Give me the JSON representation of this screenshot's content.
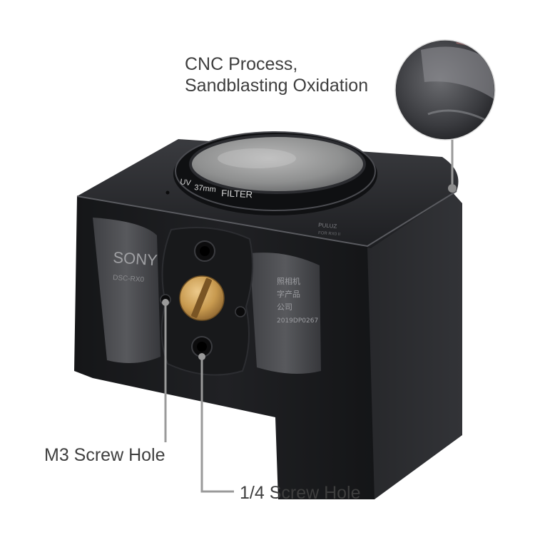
{
  "callouts": {
    "cnc_line1": "CNC Process,",
    "cnc_line2": "Sandblasting Oxidation",
    "m3": "M3 Screw Hole",
    "quarter": "1/4 Screw Hole"
  },
  "product_print": {
    "filter_uv": "UV",
    "filter_size": "37mm",
    "filter_word": "FILTER",
    "brand": "PULUZ",
    "brand_sub": "FOR RX0 II",
    "camera_brand": "SONY",
    "camera_model": "DSC-RX0",
    "label_cn_1": "照相机",
    "label_cn_2": "字产品",
    "label_cn_3": "公司",
    "label_code": "2019DP0267"
  },
  "colors": {
    "background": "#ffffff",
    "callout_text": "#3e3e3e",
    "leader_line": "#9a9a9a",
    "body_metal": "#1f2023",
    "brass_screw": "#c89a4f"
  }
}
